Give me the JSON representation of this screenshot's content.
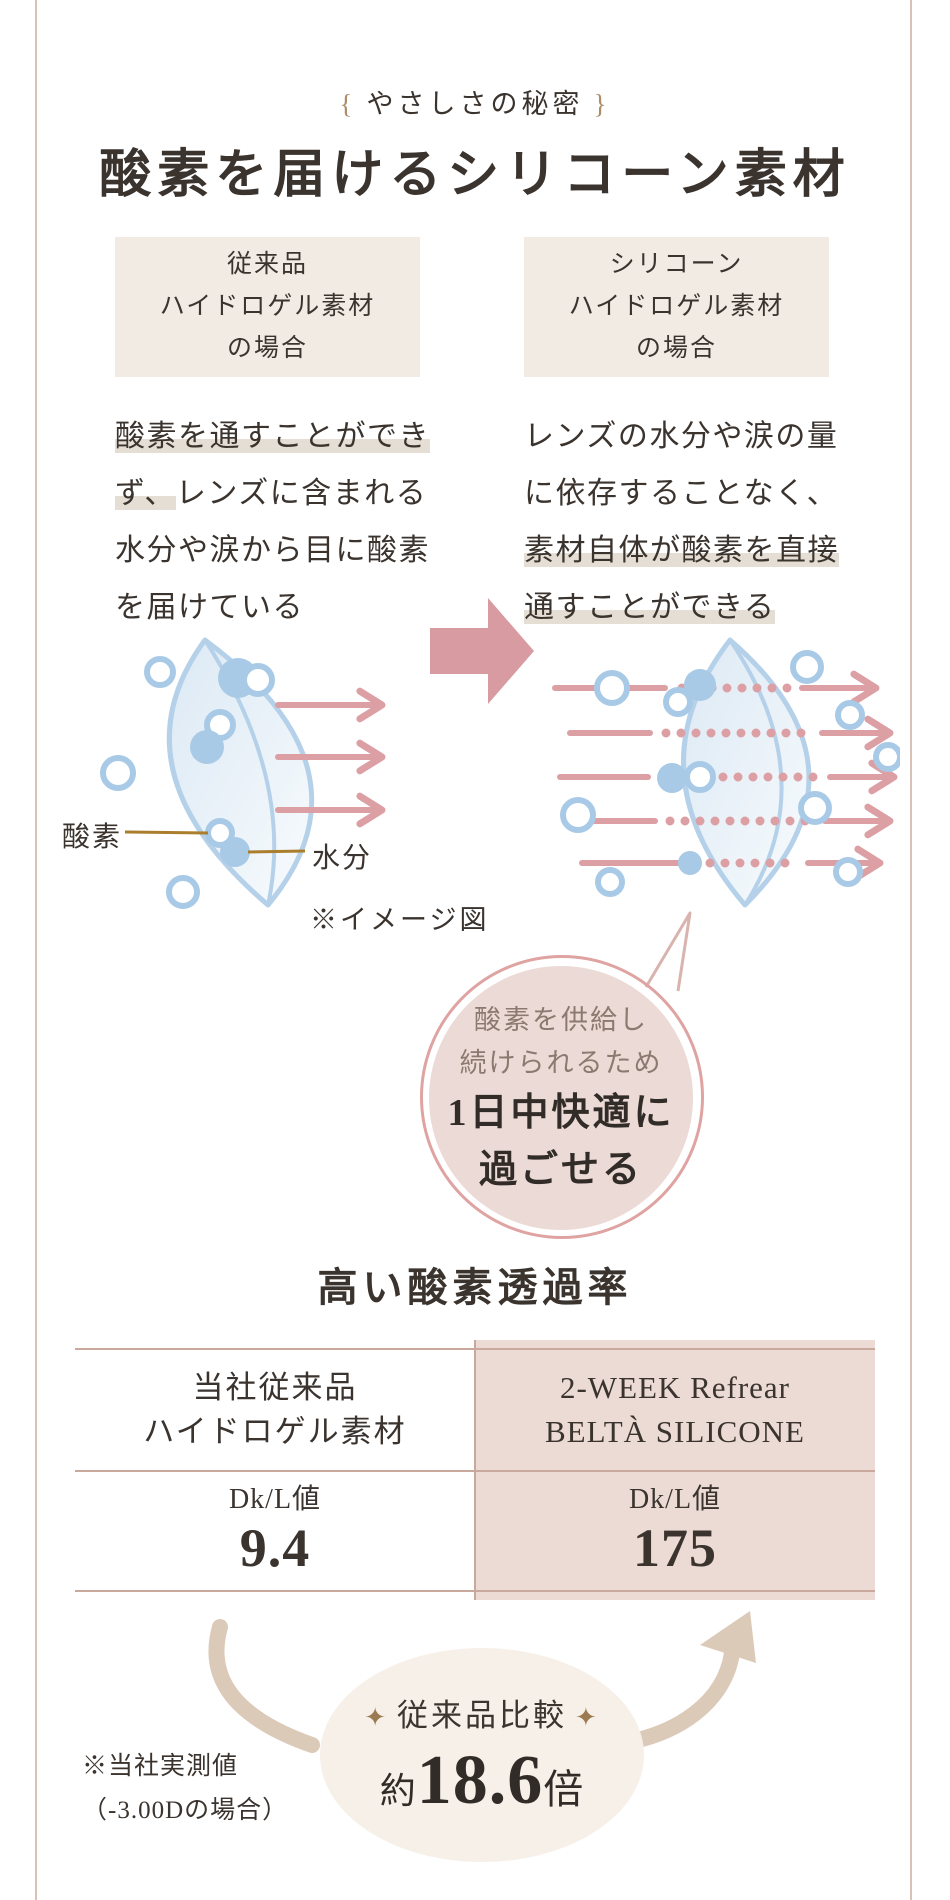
{
  "tagline": {
    "open": "{",
    "text": "やさしさの秘密",
    "close": "}"
  },
  "title": "酸素を届けるシリコーン素材",
  "comparison": {
    "conventional": {
      "header_lines": [
        "従来品",
        "ハイドロゲル素材",
        "の場合"
      ],
      "body": [
        {
          "text": "酸素を通すことができ",
          "hl": true
        },
        {
          "text": "ず、",
          "hl": true
        },
        {
          "text": "レンズに含まれる",
          "hl": false
        },
        {
          "text": "水分や涙から目に酸素",
          "hl": false
        },
        {
          "text": "を届けている",
          "hl": false
        }
      ]
    },
    "silicone": {
      "header_lines": [
        "シリコーン",
        "ハイドロゲル素材",
        "の場合"
      ],
      "body": [
        {
          "text": "レンズの水分や涙の量",
          "hl": false
        },
        {
          "text": "に依存することなく、",
          "hl": false
        },
        {
          "text": "素材自体が酸素を直接",
          "hl": true
        },
        {
          "text": "通すことができる",
          "hl": true
        }
      ]
    }
  },
  "diagram": {
    "oxygen_label": "酸素",
    "moisture_label": "水分",
    "caption": "※イメージ図"
  },
  "bubble": {
    "small_lines": [
      "酸素を供給し",
      "続けられるため"
    ],
    "big_lines": [
      "1日中快適に",
      "過ごせる"
    ]
  },
  "permeability": {
    "heading": "高い酸素透過率",
    "table": {
      "left": {
        "name_lines": [
          "当社従来品",
          "ハイドロゲル素材"
        ],
        "metric": "Dk/L値",
        "value": "9.4"
      },
      "right": {
        "name_lines": [
          "2-WEEK Refrear",
          "BELTÀ SILICONE"
        ],
        "metric": "Dk/L値",
        "value": "175"
      }
    },
    "badge": {
      "star": "✦",
      "label": "従来品比較",
      "prefix": "約",
      "value": "18.6",
      "suffix": "倍"
    },
    "note_lines": [
      "※当社実測値",
      "（-3.00Dの場合）"
    ]
  },
  "colors": {
    "accent_pink": "#dc9fa4",
    "lens_blue": "#b5d1e9",
    "beige_box": "#f1ebe4",
    "highlight": "#e5ded4",
    "table_pink": "#ecdbd5",
    "table_line": "#c9a89e",
    "gold_line": "#aa7e2d",
    "swoosh_beige": "#dccab9",
    "bubble_fill": "#ecdad6",
    "bubble_ring": "#dfa3a2"
  }
}
